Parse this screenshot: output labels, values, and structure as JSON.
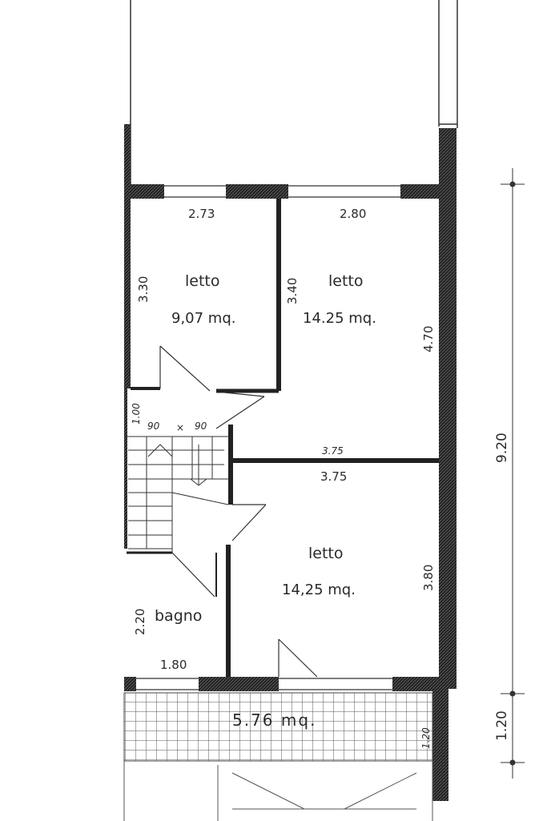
{
  "rooms": {
    "bedroom_1": {
      "name": "letto",
      "area": "9,07 mq.",
      "width": "2.73",
      "height": "3.30"
    },
    "bedroom_2": {
      "name": "letto",
      "area": "14.25  mq.",
      "width": "2.80",
      "height_left": "3.40",
      "height_right": "4.70",
      "bottom_width": "3.75"
    },
    "bedroom_3": {
      "name": "letto",
      "area": "14,25 mq.",
      "width": "3.75",
      "height": "3.80"
    },
    "bathroom": {
      "name": "bagno",
      "width": "1.80",
      "height": "2.20"
    }
  },
  "stairs": {
    "label_height": "1.00",
    "label_left": "90",
    "label_mid": "×",
    "label_right": "90"
  },
  "balcony": {
    "area": "5.76 mq.",
    "depth": "1.20"
  },
  "overall": {
    "total_depth": "9.20",
    "balcony_depth": "1.20"
  },
  "colors": {
    "wall": "#1c1c1c",
    "line": "#333333",
    "paper": "#ffffff"
  }
}
